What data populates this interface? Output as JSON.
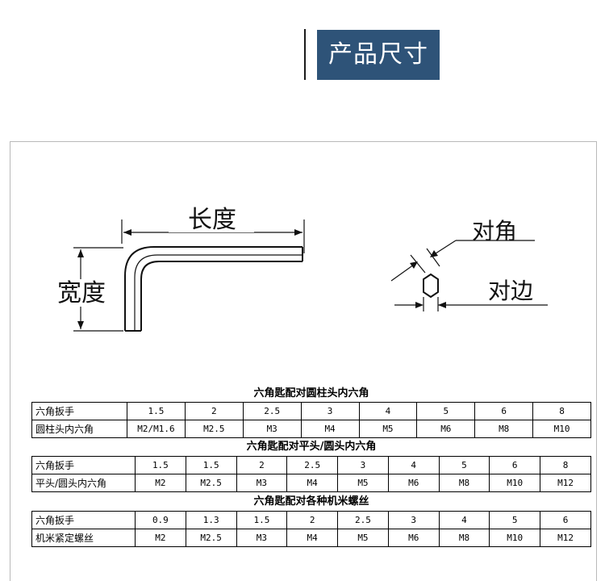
{
  "header": {
    "title": "产品尺寸"
  },
  "diagram": {
    "length_label": "长度",
    "width_label": "宽度",
    "across_corners_label": "对角",
    "across_flats_label": "对边"
  },
  "tables": [
    {
      "title": "六角匙配对圆柱头内六角",
      "rows": [
        {
          "label": "六角扳手",
          "values": [
            "1.5",
            "2",
            "2.5",
            "3",
            "4",
            "5",
            "6",
            "8"
          ]
        },
        {
          "label": "圆柱头内六角",
          "values": [
            "M2/M1.6",
            "M2.5",
            "M3",
            "M4",
            "M5",
            "M6",
            "M8",
            "M10"
          ]
        }
      ]
    },
    {
      "title": "六角匙配对平头/圆头内六角",
      "rows": [
        {
          "label": "六角扳手",
          "values": [
            "1.5",
            "1.5",
            "2",
            "2.5",
            "3",
            "4",
            "5",
            "6",
            "8"
          ]
        },
        {
          "label": "平头/圆头内六角",
          "values": [
            "M2",
            "M2.5",
            "M3",
            "M4",
            "M5",
            "M6",
            "M8",
            "M10",
            "M12"
          ]
        }
      ]
    },
    {
      "title": "六角匙配对各种机米螺丝",
      "rows": [
        {
          "label": "六角扳手",
          "values": [
            "0.9",
            "1.3",
            "1.5",
            "2",
            "2.5",
            "3",
            "4",
            "5",
            "6"
          ]
        },
        {
          "label": "机米紧定螺丝",
          "values": [
            "M2",
            "M2.5",
            "M3",
            "M4",
            "M5",
            "M6",
            "M8",
            "M10",
            "M12"
          ]
        }
      ]
    }
  ]
}
